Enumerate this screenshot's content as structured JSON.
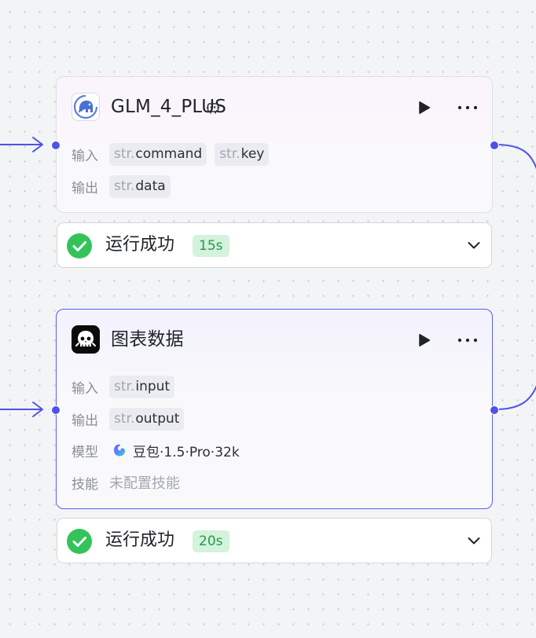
{
  "nodes": [
    {
      "title": "GLM_4_PLUS",
      "icon": "glm-elephant-icon",
      "inputs_label": "输入",
      "inputs": [
        {
          "type": "str.",
          "name": "command"
        },
        {
          "type": "str.",
          "name": "key"
        }
      ],
      "outputs_label": "输出",
      "outputs": [
        {
          "type": "str.",
          "name": "data"
        }
      ],
      "status": {
        "text": "运行成功",
        "duration": "15s"
      }
    },
    {
      "title": "图表数据",
      "icon": "skull-icon",
      "inputs_label": "输入",
      "inputs": [
        {
          "type": "str.",
          "name": "input"
        }
      ],
      "outputs_label": "输出",
      "outputs": [
        {
          "type": "str.",
          "name": "output"
        }
      ],
      "model_label": "模型",
      "model": "豆包·1.5·Pro·32k",
      "skill_label": "技能",
      "skill": "未配置技能",
      "status": {
        "text": "运行成功",
        "duration": "20s"
      }
    }
  ],
  "colors": {
    "edge": "#4d53e8",
    "selected_border": "#5b5cf0",
    "success": "#34c35a",
    "badge_bg": "#d4f2dc",
    "badge_text": "#1f9d49"
  }
}
